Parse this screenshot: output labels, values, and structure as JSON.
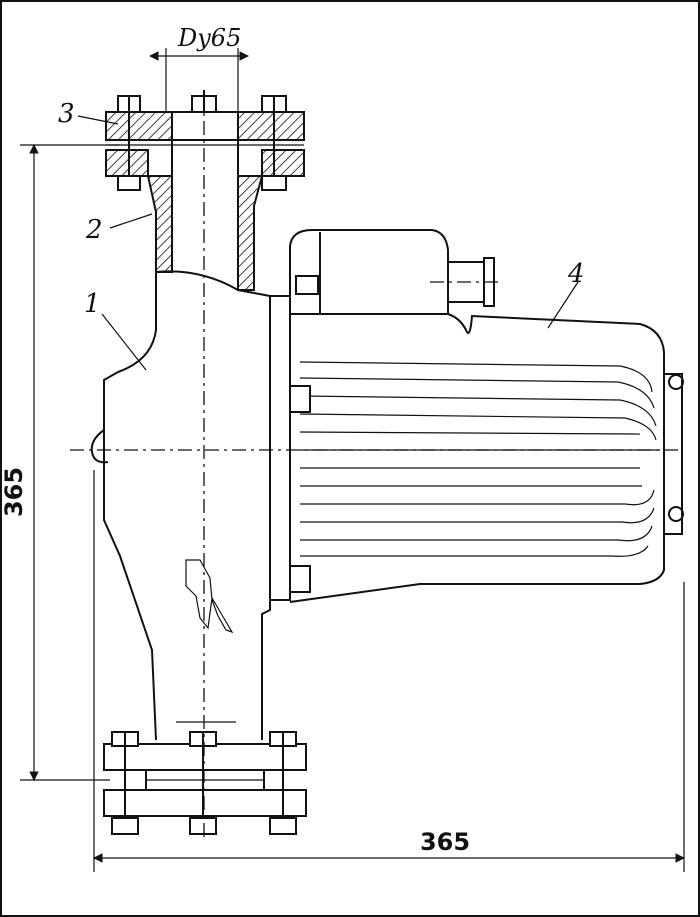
{
  "labels": {
    "nominal_diameter": "Dy65",
    "part_1": "1",
    "part_2": "2",
    "part_3": "3",
    "part_4": "4"
  },
  "dimensions": {
    "height": "365",
    "width": "365"
  }
}
